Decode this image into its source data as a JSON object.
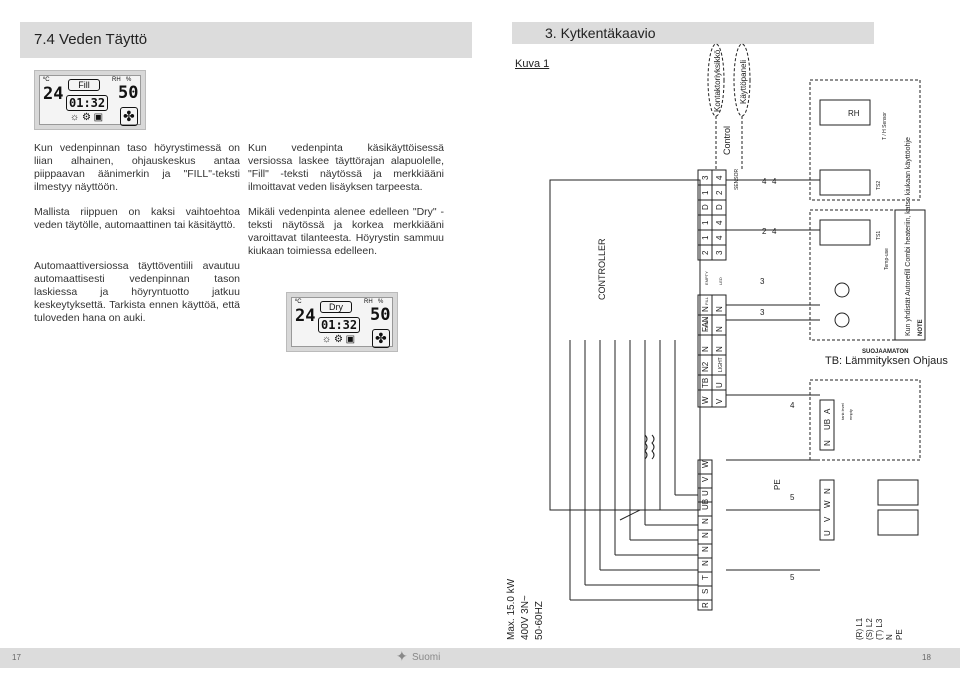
{
  "left_page": {
    "section_title": "7.4 Veden Täyttö",
    "paragraphs": [
      "Kun vedenpinnan taso höyrystimessä on liian alhainen, ohjauskeskus antaa piippaavan äänimerkin ja \"FILL\"-teksti ilmestyy näyttöön.",
      "Mallista riippuen on kaksi vaihtoehtoa veden täytölle, automaattinen tai käsitäyttö.",
      "Automaattiversiossa täyttöventiili avautuu automaattisesti vedenpinnan tason laskiessa ja höyryntuotto jatkuu keskeytyksettä. Tarkista ennen käyttöä, että tuloveden hana on auki.",
      "Kun vedenpinta käsikäyttöisessä versiossa laskee täyttörajan alapuolelle, \"Fill\" -teksti näytössä ja merkkiääni ilmoittavat veden lisäyksen tarpeesta.",
      "Mikäli vedenpinta alenee edelleen \"Dry\" -teksti näytössä ja korkea merkkiääni varoittavat tilanteesta. Höyrystin sammuu kiukaan toimiessa edelleen."
    ],
    "display_fill": {
      "temp": "24",
      "temp_unit": "ºC",
      "mode": "Fill",
      "time": "01:32",
      "rh_label": "RH",
      "rh_unit": "%",
      "rh_value": "50"
    },
    "display_dry": {
      "temp": "24",
      "temp_unit": "ºC",
      "mode": "Dry",
      "time": "01:32",
      "rh_label": "RH",
      "rh_unit": "%",
      "rh_value": "50"
    },
    "page_number": "17"
  },
  "footer": {
    "language": "Suomi"
  },
  "right_page": {
    "section_title": "3. Kytkentäkaavio",
    "figure_label": "Kuva 1",
    "page_number": "18",
    "diagram": {
      "labels_kontaktori": "Kontaktoriyksikkö",
      "label_kayttopaneli": "Käyttöpaneli",
      "label_control": "Control",
      "label_controller": "CONTROLLER",
      "label_sensor": "SENSOR",
      "label_rh": "RH",
      "label_t_rh_sensor": "T / H Sensor",
      "label_ts2": "TS2",
      "label_ts1": "TS1",
      "label_temp_use": "Temp-use",
      "label_note_auto": "Kun yhdistät Autorefill Combi heateriin, katso kiukaan käyttöohje",
      "label_note": "NOTE",
      "label_suojaamaton": "SUOJAAMATON",
      "label_tb": "TB: Lämmityksen Ohjaus",
      "label_supply": "Max. 15.0 kW",
      "label_supply2": "400V 3N~",
      "label_supply3": "50-60HZ",
      "label_pe": "PE",
      "phases": [
        "(R) L1",
        "(S) L2",
        "(T) L3",
        "N",
        "PE"
      ],
      "terminal_top": [
        "2",
        "1",
        "1",
        "D",
        "1",
        "3"
      ],
      "terminal_bottom": [
        "3",
        "4",
        "4",
        "D",
        "2",
        "4"
      ],
      "terminal_mid": [
        "W",
        "TB",
        "N2",
        "N",
        "FAN",
        "N"
      ],
      "terminal_mid_lower": [
        "V",
        "U",
        "LIGHT",
        "N",
        "N",
        "N"
      ],
      "terminal_big": [
        "R",
        "S",
        "T",
        "N",
        "N",
        "N",
        "N",
        "UB",
        "U",
        "V",
        "W"
      ],
      "terminal_right": [
        "N",
        "UB",
        "A"
      ],
      "terminal_right2": [
        "U",
        "V",
        "W",
        "N"
      ],
      "label_drain": "DRAIN",
      "label_fill": "FILL",
      "label_empty": "EMPTY",
      "label_led": "LED",
      "label_tank_level": "tank level",
      "label_empty2": "empty",
      "wire_nums": [
        "4",
        "4",
        "4",
        "2",
        "3",
        "3",
        "4",
        "5",
        "5"
      ]
    }
  }
}
